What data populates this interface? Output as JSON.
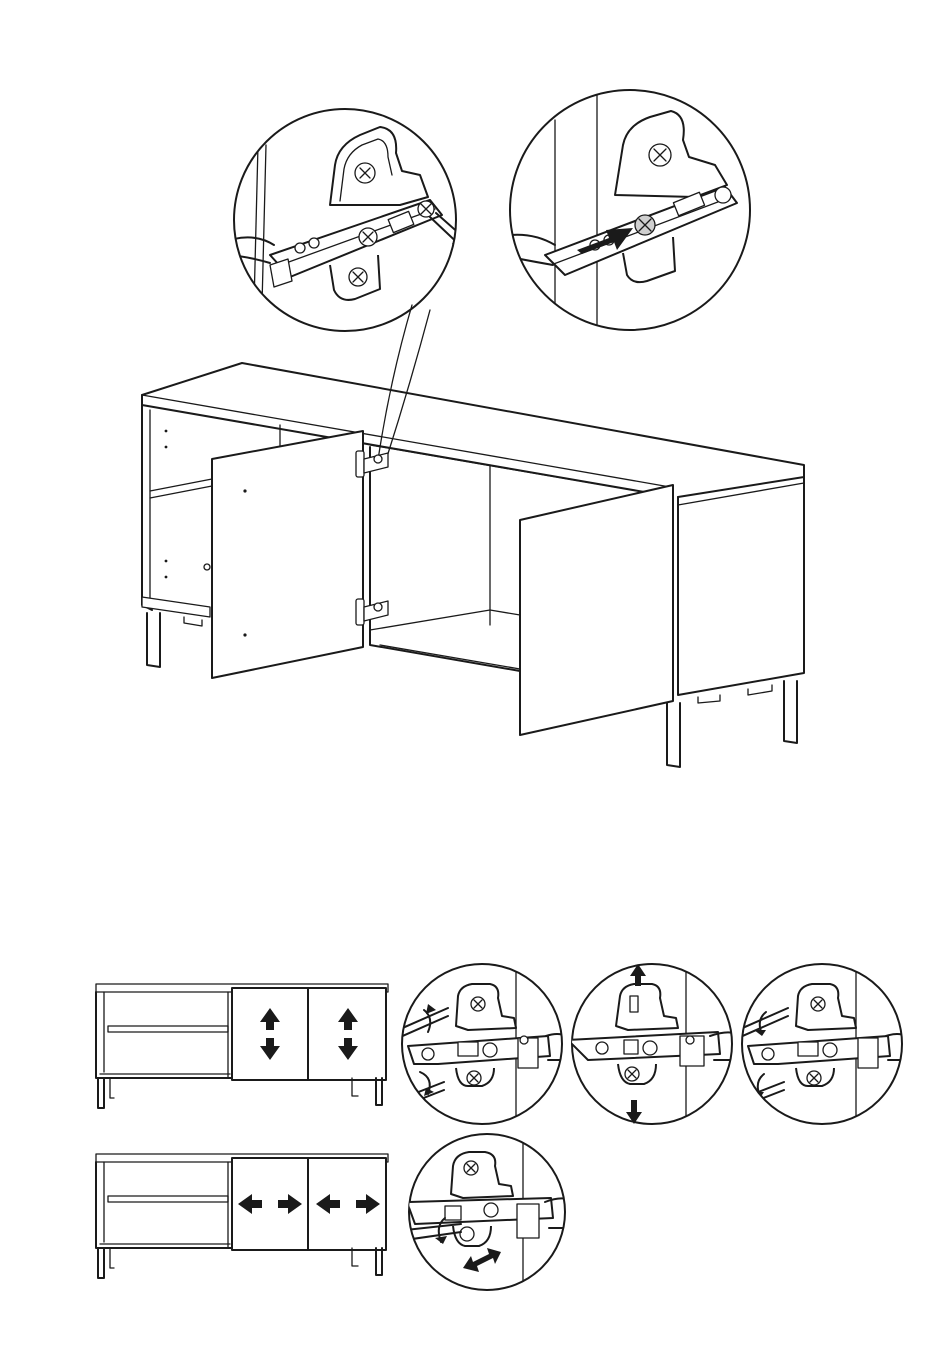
{
  "illustration": {
    "step": "attach-doors-and-adjust-hinges",
    "top_detail_callouts": 2,
    "cabinet_doors_shown": 2,
    "adjustment_rows": [
      {
        "door_arrows": "up-down",
        "callouts": 3
      },
      {
        "door_arrows": "left-right",
        "callouts": 1
      }
    ],
    "line_color": "#1a1a1a",
    "background_color": "#ffffff"
  }
}
